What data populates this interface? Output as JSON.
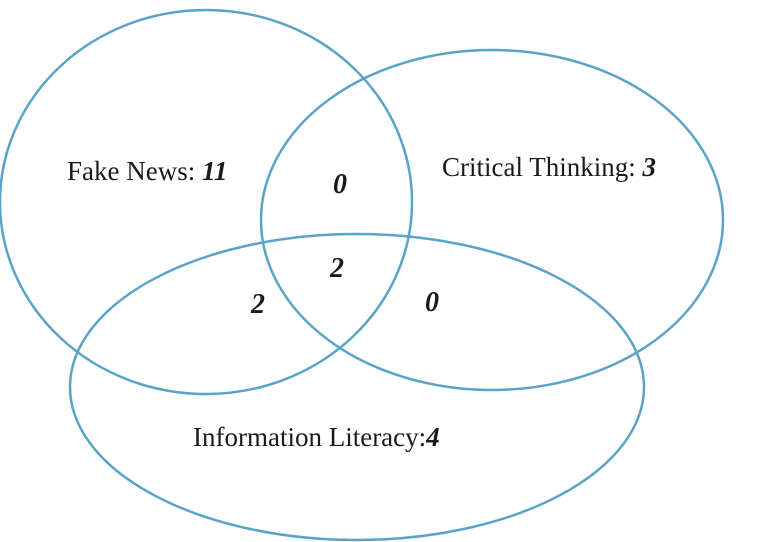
{
  "diagram": {
    "type": "venn",
    "outline_color": "#5aa3c6",
    "sets": [
      {
        "label": "Fake News: ",
        "count": "11"
      },
      {
        "label": "Critical Thinking: ",
        "count": "3"
      },
      {
        "label": "Information Literacy:",
        "count": "4"
      }
    ],
    "intersections": {
      "fake_news_and_critical_thinking": "0",
      "all_three": "2",
      "fake_news_and_information_literacy": "2",
      "critical_thinking_and_information_literacy": "0"
    }
  }
}
